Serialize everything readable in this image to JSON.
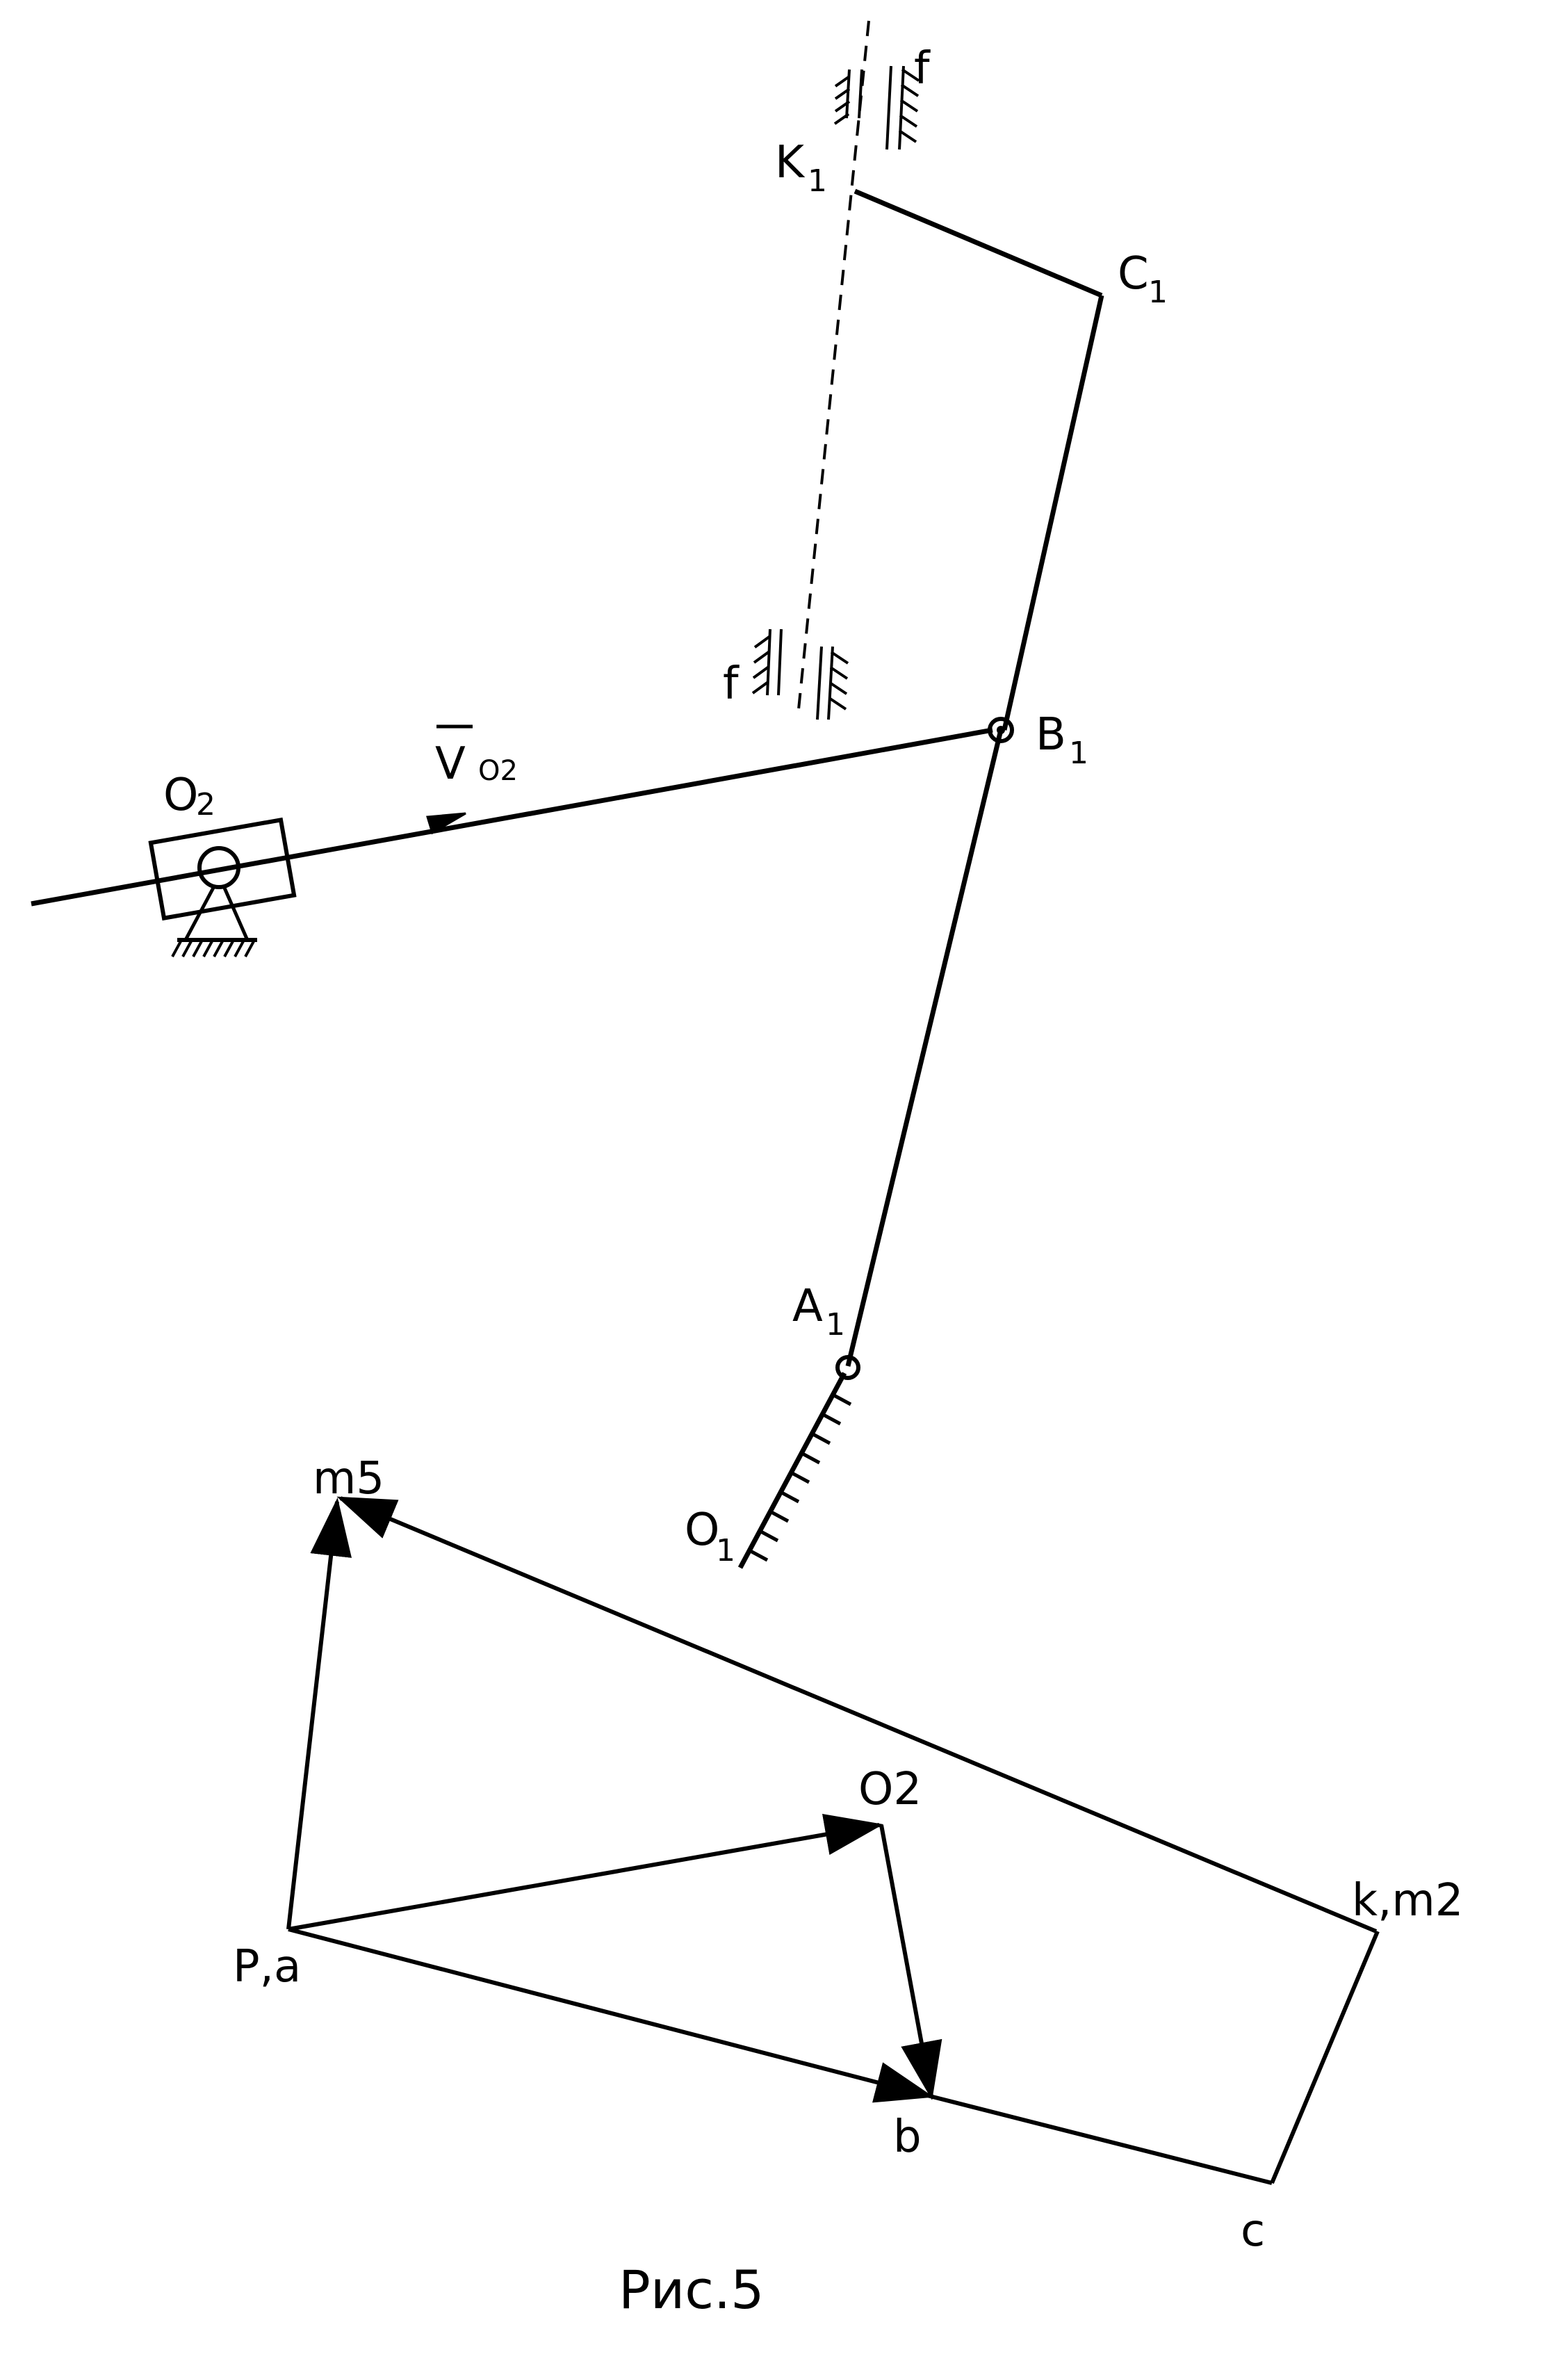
{
  "mechanism": {
    "labels": {
      "k1": "K",
      "k1_sub": "1",
      "c1": "C",
      "c1_sub": "1",
      "b1": "B",
      "b1_sub": "1",
      "a1": "A",
      "a1_sub": "1",
      "o1": "O",
      "o1_sub": "1",
      "o2": "O",
      "o2_sub": "2",
      "v_main": "V",
      "v_sub": "O2",
      "f_top": "f",
      "f_mid": "f"
    }
  },
  "velocity_plan": {
    "labels": {
      "m5": "m5",
      "o2": "O2",
      "k_m2": "k,m2",
      "p_a": "P,a",
      "b": "b",
      "c": "c"
    }
  },
  "caption": "Рис.5"
}
